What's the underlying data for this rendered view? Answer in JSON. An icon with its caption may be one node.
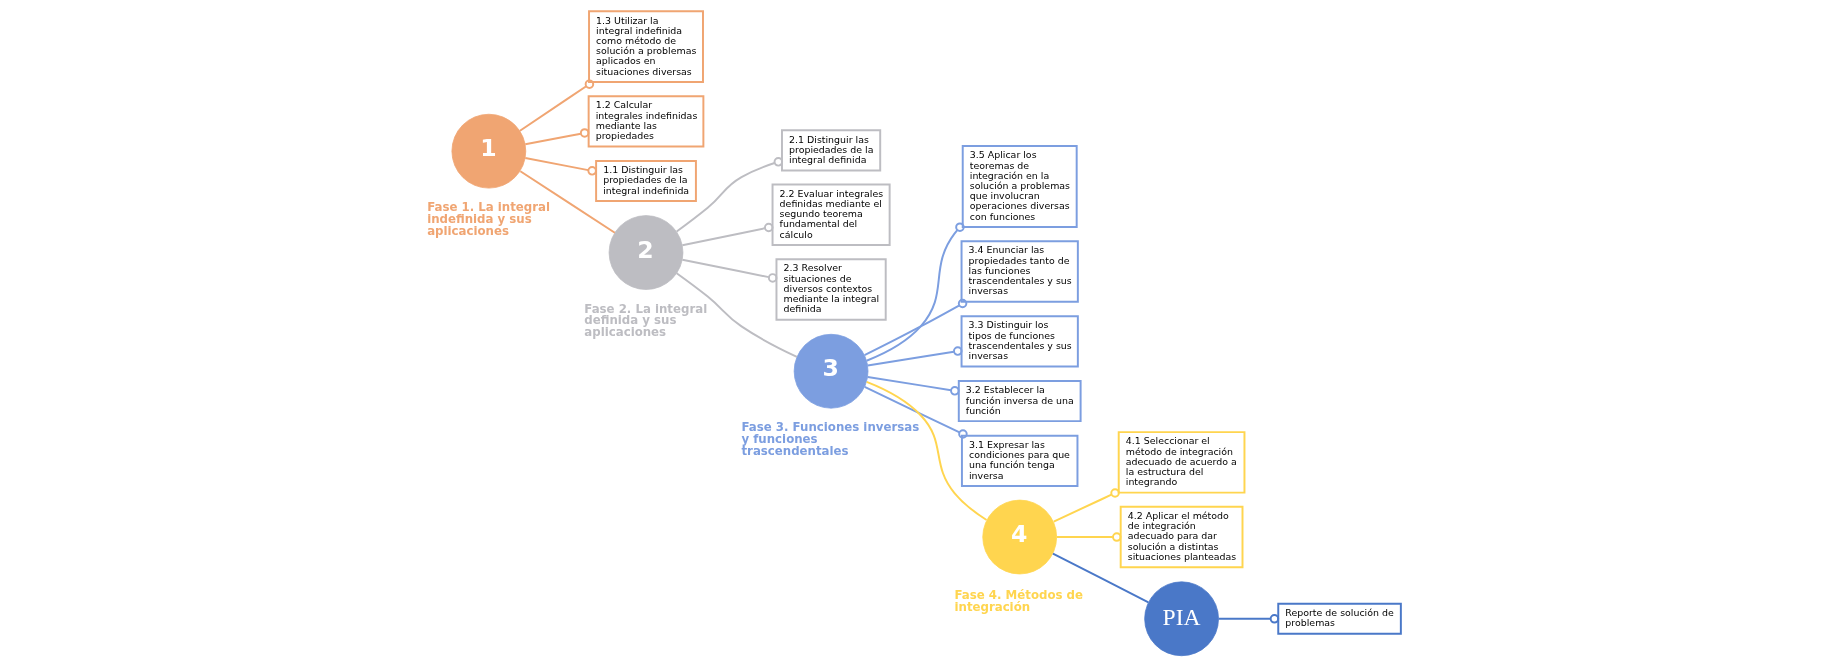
{
  "diagram": {
    "nodes": [
      {
        "text": [
          "1"
        ],
        "beside": [
          "Fase 1. La integral indefinida y sus aplicaciones"
        ]
      },
      {
        "text": [
          "1.3 Utilizar la integral indefinida como método de solución a problemas aplicados en situaciones diversas"
        ]
      },
      {
        "text": [
          "1.2 Calcular integrales indefinidas mediante las propiedades"
        ]
      },
      {
        "text": [
          "1.1 Distinguir las propiedades de la integral indefinida"
        ]
      },
      {
        "text": [
          "2"
        ],
        "beside": [
          "Fase 2. La integral definida y sus aplicaciones"
        ]
      },
      {
        "text": [
          "2.1 Distinguir las propiedades de la integral definida"
        ]
      },
      {
        "text": [
          "2.2 Evaluar integrales definidas mediante el segundo teorema fundamental del cálculo"
        ]
      },
      {
        "text": [
          "2.3 Resolver situaciones de diversos contextos mediante la integral definida"
        ]
      },
      {
        "text": [
          "3"
        ],
        "beside": [
          "Fase 3. Funciones inversas y funciones trascendentales"
        ]
      },
      {
        "text": [
          "3.5 Aplicar los teoremas de integración en la solución a problemas que involucran operaciones diversas con funciones"
        ]
      },
      {
        "text": [
          "3.4 Enunciar las propiedades tanto de las funciones trascendentales y sus inversas"
        ]
      },
      {
        "text": [
          "3.3 Distinguir los tipos de funciones trascendentales y sus inversas"
        ]
      },
      {
        "text": [
          "3.2 Establecer la función inversa de una función"
        ]
      },
      {
        "text": [
          "3.1 Expresar las condiciones para que una función tenga inversa"
        ]
      },
      {
        "text": [
          "4"
        ],
        "beside": [
          "Fase 4. Métodos de integración"
        ]
      },
      {
        "text": [
          "4.1 Seleccionar el método de integración adecuado de acuerdo a la estructura del integrando"
        ]
      },
      {
        "text": [
          "4.2 Aplicar el método de integración adecuado para dar solución a distintas situaciones planteadas"
        ]
      },
      {
        "text": [
          "PIA"
        ]
      },
      {
        "text": [
          "Reporte de solución de problemas"
        ]
      }
    ],
    "edges": [
      {
        "from": 0,
        "to": 1,
        "arrow": "other",
        "color": "#f0a572"
      },
      {
        "from": 0,
        "to": 2,
        "arrow": "other",
        "color": "#f0a572"
      },
      {
        "from": 0,
        "to": 3,
        "arrow": "other",
        "color": "#f0a572"
      },
      {
        "from": 0,
        "to": 4,
        "arrow": "none",
        "color": "#f0a572"
      },
      {
        "from": 4,
        "to": 5,
        "arrow": "other",
        "color": "#bdbdc2"
      },
      {
        "from": 4,
        "to": 6,
        "arrow": "other",
        "color": "#bdbdc2"
      },
      {
        "from": 4,
        "to": 7,
        "arrow": "other",
        "color": "#bdbdc2"
      },
      {
        "from": 4,
        "to": 8,
        "arrow": "none",
        "color": "#bdbdc2"
      },
      {
        "from": 8,
        "to": 9,
        "arrow": "other"
      },
      {
        "from": 8,
        "to": 10,
        "arrow": "other"
      },
      {
        "from": 8,
        "to": 11,
        "arrow": "other"
      },
      {
        "from": 8,
        "to": 12,
        "arrow": "other"
      },
      {
        "from": 8,
        "to": 13,
        "arrow": "other"
      },
      {
        "from": 8,
        "to": 14,
        "arrow": "none",
        "color": "#ffd54f"
      },
      {
        "from": 14,
        "to": 15,
        "arrow": "other",
        "color": "#ffd54f"
      },
      {
        "from": 14,
        "to": 16,
        "arrow": "other",
        "color": "#ffd54f"
      },
      {
        "from": 14,
        "to": 17,
        "arrow": "none",
        "color": "#4a78c8"
      },
      {
        "from": 17,
        "to": 18,
        "arrow": "other",
        "color": "#4a78c8"
      }
    ]
  }
}
